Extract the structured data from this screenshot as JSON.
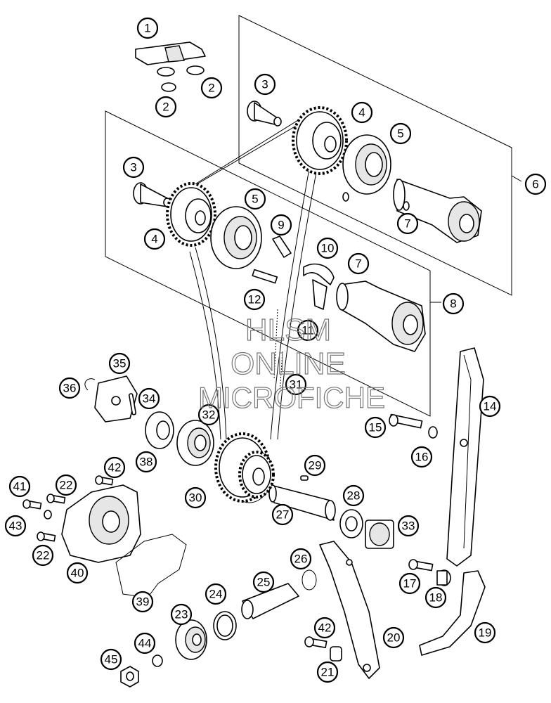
{
  "diagram": {
    "type": "exploded parts diagram",
    "callouts": [
      {
        "label": "1"
      },
      {
        "label": "2"
      },
      {
        "label": "2"
      },
      {
        "label": "3"
      },
      {
        "label": "3"
      },
      {
        "label": "4"
      },
      {
        "label": "4"
      },
      {
        "label": "5"
      },
      {
        "label": "5"
      },
      {
        "label": "6"
      },
      {
        "label": "7"
      },
      {
        "label": "7"
      },
      {
        "label": "8"
      },
      {
        "label": "9"
      },
      {
        "label": "10"
      },
      {
        "label": "11"
      },
      {
        "label": "12"
      },
      {
        "label": "14"
      },
      {
        "label": "15"
      },
      {
        "label": "16"
      },
      {
        "label": "17"
      },
      {
        "label": "18"
      },
      {
        "label": "19"
      },
      {
        "label": "20"
      },
      {
        "label": "21"
      },
      {
        "label": "22"
      },
      {
        "label": "22"
      },
      {
        "label": "23"
      },
      {
        "label": "24"
      },
      {
        "label": "25"
      },
      {
        "label": "26"
      },
      {
        "label": "27"
      },
      {
        "label": "28"
      },
      {
        "label": "29"
      },
      {
        "label": "30"
      },
      {
        "label": "31"
      },
      {
        "label": "32"
      },
      {
        "label": "33"
      },
      {
        "label": "34"
      },
      {
        "label": "35"
      },
      {
        "label": "36"
      },
      {
        "label": "38"
      },
      {
        "label": "39"
      },
      {
        "label": "40"
      },
      {
        "label": "41"
      },
      {
        "label": "42"
      },
      {
        "label": "42"
      },
      {
        "label": "43"
      },
      {
        "label": "44"
      },
      {
        "label": "45"
      }
    ]
  },
  "watermark": {
    "line1": "HLSM",
    "line2": "ONLINE",
    "line3": "MICROFICHE"
  }
}
